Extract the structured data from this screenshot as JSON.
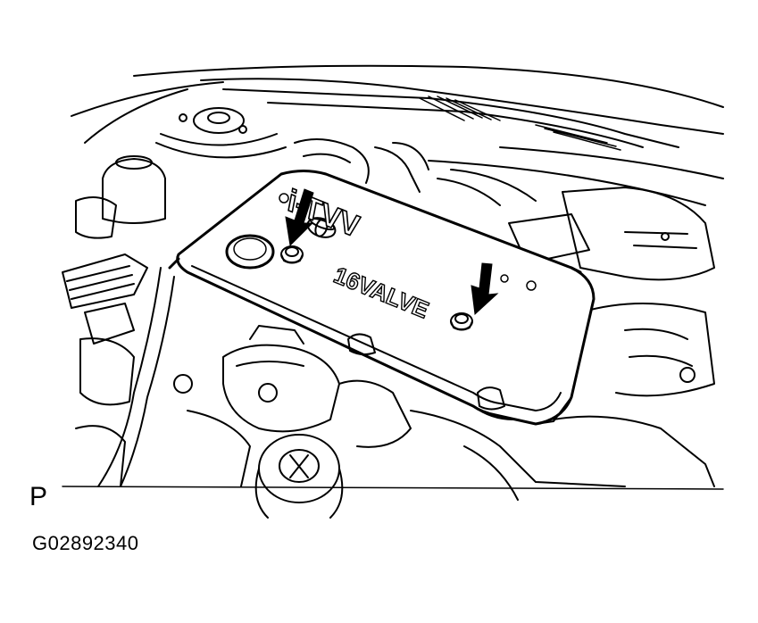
{
  "figure": {
    "view_letter": "P",
    "code": "G02892340",
    "cover_text_line1": "VVT-i",
    "cover_text_line2": "16VALVE"
  },
  "colors": {
    "ink": "#000000",
    "paper": "#ffffff"
  },
  "icons": [
    "arrow-down-icon",
    "toyota-emblem-icon",
    "bolt-icon"
  ]
}
